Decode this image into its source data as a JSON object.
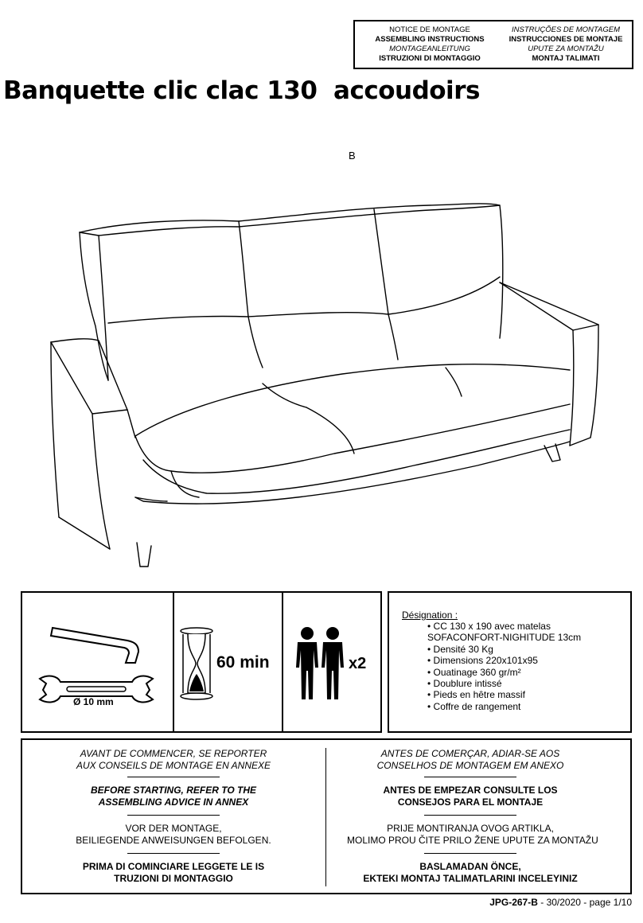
{
  "languages": {
    "left": [
      "NOTICE DE MONTAGE",
      "ASSEMBLING INSTRUCTIONS",
      "MONTAGEANLEITUNG",
      "ISTRUZIONI DI MONTAGGIO"
    ],
    "right": [
      "INSTRUÇÕES DE MONTAGEM",
      "INSTRUCCIONES DE MONTAJE",
      "UPUTE ZA MONTAŽU",
      "MONTAJ TALIMATI"
    ]
  },
  "title": "Banquette clic clac 130  accoudoirs",
  "variant": "B",
  "tools": {
    "wrench_size": "Ø 10 mm",
    "duration": "60 min",
    "people": "x2"
  },
  "designation": {
    "title": "Désignation :",
    "items": [
      "• CC 130 x 190 avec matelas",
      "SOFACONFORT-NIGHITUDE 13cm",
      "• Densité 30 Kg",
      "• Dimensions 220x101x95",
      "• Ouatinage 360 gr/m²",
      "• Doublure intissé",
      "• Pieds en hêtre massif",
      "• Coffre de rangement"
    ]
  },
  "advice": {
    "left": [
      [
        "AVANT DE COMMENCER, SE REPORTER",
        "AUX CONSEILS DE MONTAGE  EN ANNEXE"
      ],
      [
        "BEFORE STARTING, REFER TO THE",
        "ASSEMBLING ADVICE IN ANNEX"
      ],
      [
        "VOR DER MONTAGE,",
        "BEILIEGENDE ANWEISUNGEN BEFOLGEN."
      ],
      [
        "PRIMA DI COMINCIARE LEGGETE LE IS",
        "TRUZIONI DI MONTAGGIO"
      ]
    ],
    "right": [
      [
        "ANTES DE COMERÇAR, ADIAR-SE AOS",
        "CONSELHOS DE MONTAGEM EM ANEXO"
      ],
      [
        "ANTES DE EMPEZAR CONSULTE LOS",
        "CONSEJOS PARA EL MONTAJE"
      ],
      [
        "PRIJE MONTIRANJA OVOG ARTIKLA,",
        "MOLIMO PROU ČITE PRILO ŽENE UPUTE ZA MONTAŽU"
      ],
      [
        "BASLAMADAN ÖNCE,",
        "EKTEKI MONTAJ TALIMATLARINI INCELEYINIZ"
      ]
    ]
  },
  "footer": {
    "ref": "JPG-267-B",
    "rest": " - 30/2020 - page 1/10"
  }
}
